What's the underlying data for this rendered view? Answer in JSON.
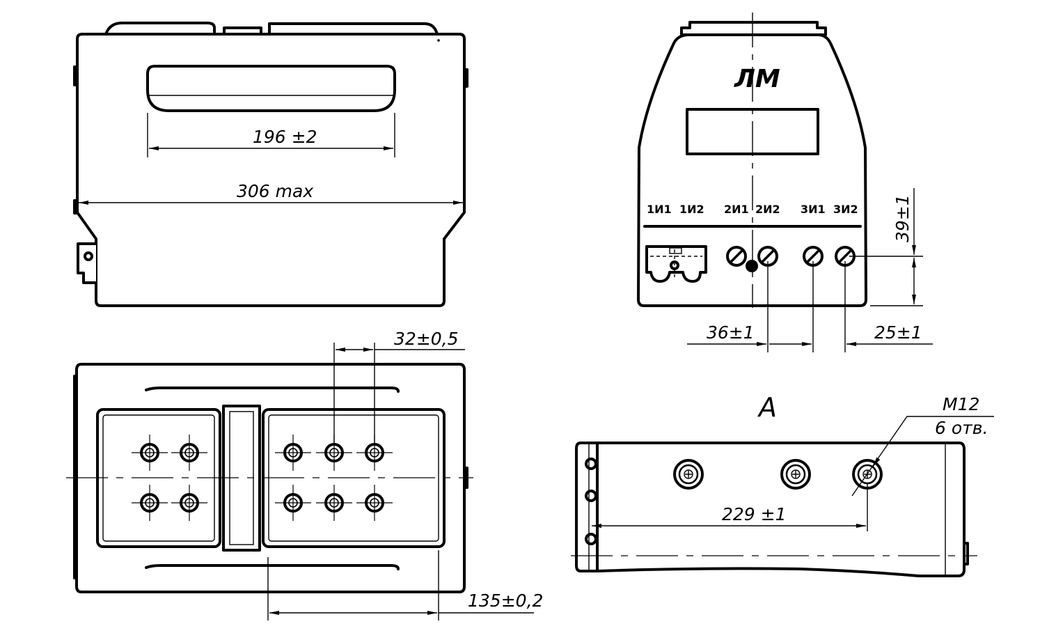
{
  "dimensions": {
    "d196": "196 ±2",
    "d306": "306 max",
    "d32": "32±0,5",
    "d135": "135±0,2",
    "d39": "39±1",
    "d36": "36±1",
    "d25": "25±1",
    "d229": "229 ±1"
  },
  "front_view": {
    "logo": "ЛМ",
    "terminal_labels": [
      "1И1",
      "1И2",
      "2И1",
      "2И2",
      "3И1",
      "3И2"
    ]
  },
  "view_a": {
    "label": "А",
    "thread": "М12",
    "holes": "6 отв."
  }
}
